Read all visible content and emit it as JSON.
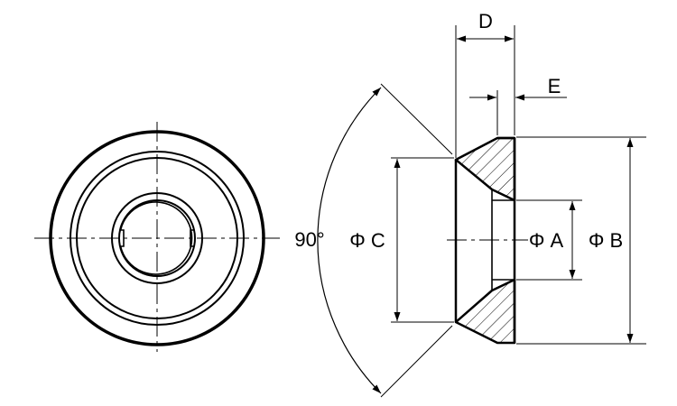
{
  "labels": {
    "d": "D",
    "e": "E",
    "angle": "90°",
    "phi_c": "Φ C",
    "phi_a": "Φ A",
    "phi_b": "Φ B"
  },
  "colors": {
    "line": "#000000",
    "background": "#ffffff"
  }
}
